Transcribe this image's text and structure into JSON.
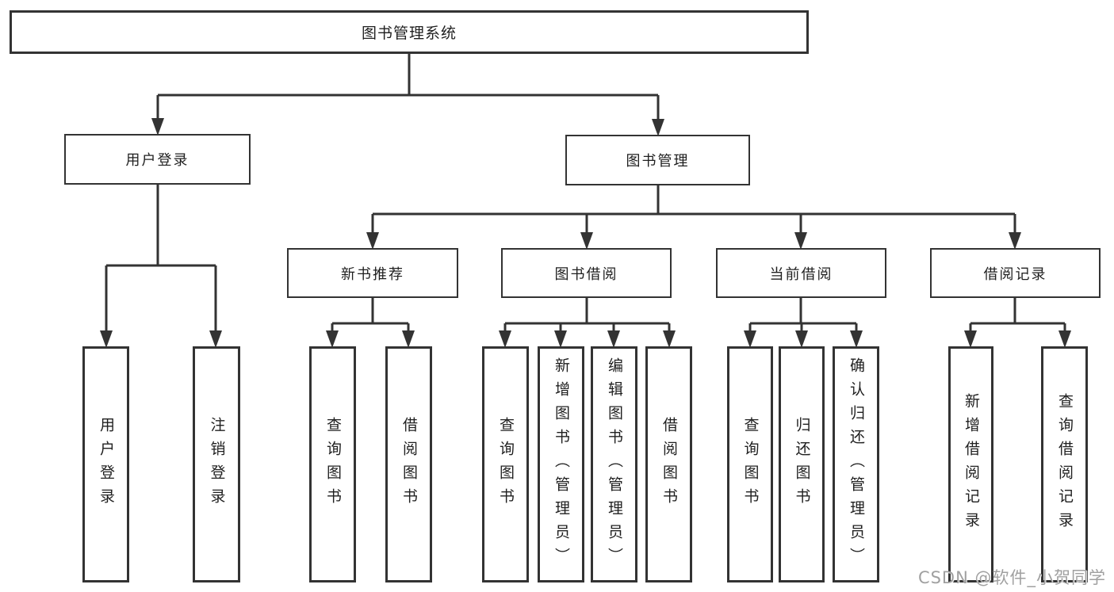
{
  "tree": {
    "root": {
      "label": "图书管理系统"
    },
    "children": [
      {
        "label": "用户登录",
        "children": [
          {
            "label": "用户登录"
          },
          {
            "label": "注销登录"
          }
        ]
      },
      {
        "label": "图书管理",
        "children": [
          {
            "label": "新书推荐",
            "children": [
              {
                "label": "查询图书"
              },
              {
                "label": "借阅图书"
              }
            ]
          },
          {
            "label": "图书借阅",
            "children": [
              {
                "label": "查询图书"
              },
              {
                "label": "新增图书（管理员）"
              },
              {
                "label": "编辑图书（管理员）"
              },
              {
                "label": "借阅图书"
              }
            ]
          },
          {
            "label": "当前借阅",
            "children": [
              {
                "label": "查询图书"
              },
              {
                "label": "归还图书"
              },
              {
                "label": "确认归还（管理员）"
              }
            ]
          },
          {
            "label": "借阅记录",
            "children": [
              {
                "label": "新增借阅记录"
              },
              {
                "label": "查询借阅记录"
              }
            ]
          }
        ]
      }
    ]
  },
  "watermark": "CSDN @软件_小贺同学",
  "colors": {
    "line": "#333333",
    "box_border": "#333333",
    "text": "#1f1f1f",
    "watermark": "#a0a0a0",
    "background": "#ffffff"
  }
}
